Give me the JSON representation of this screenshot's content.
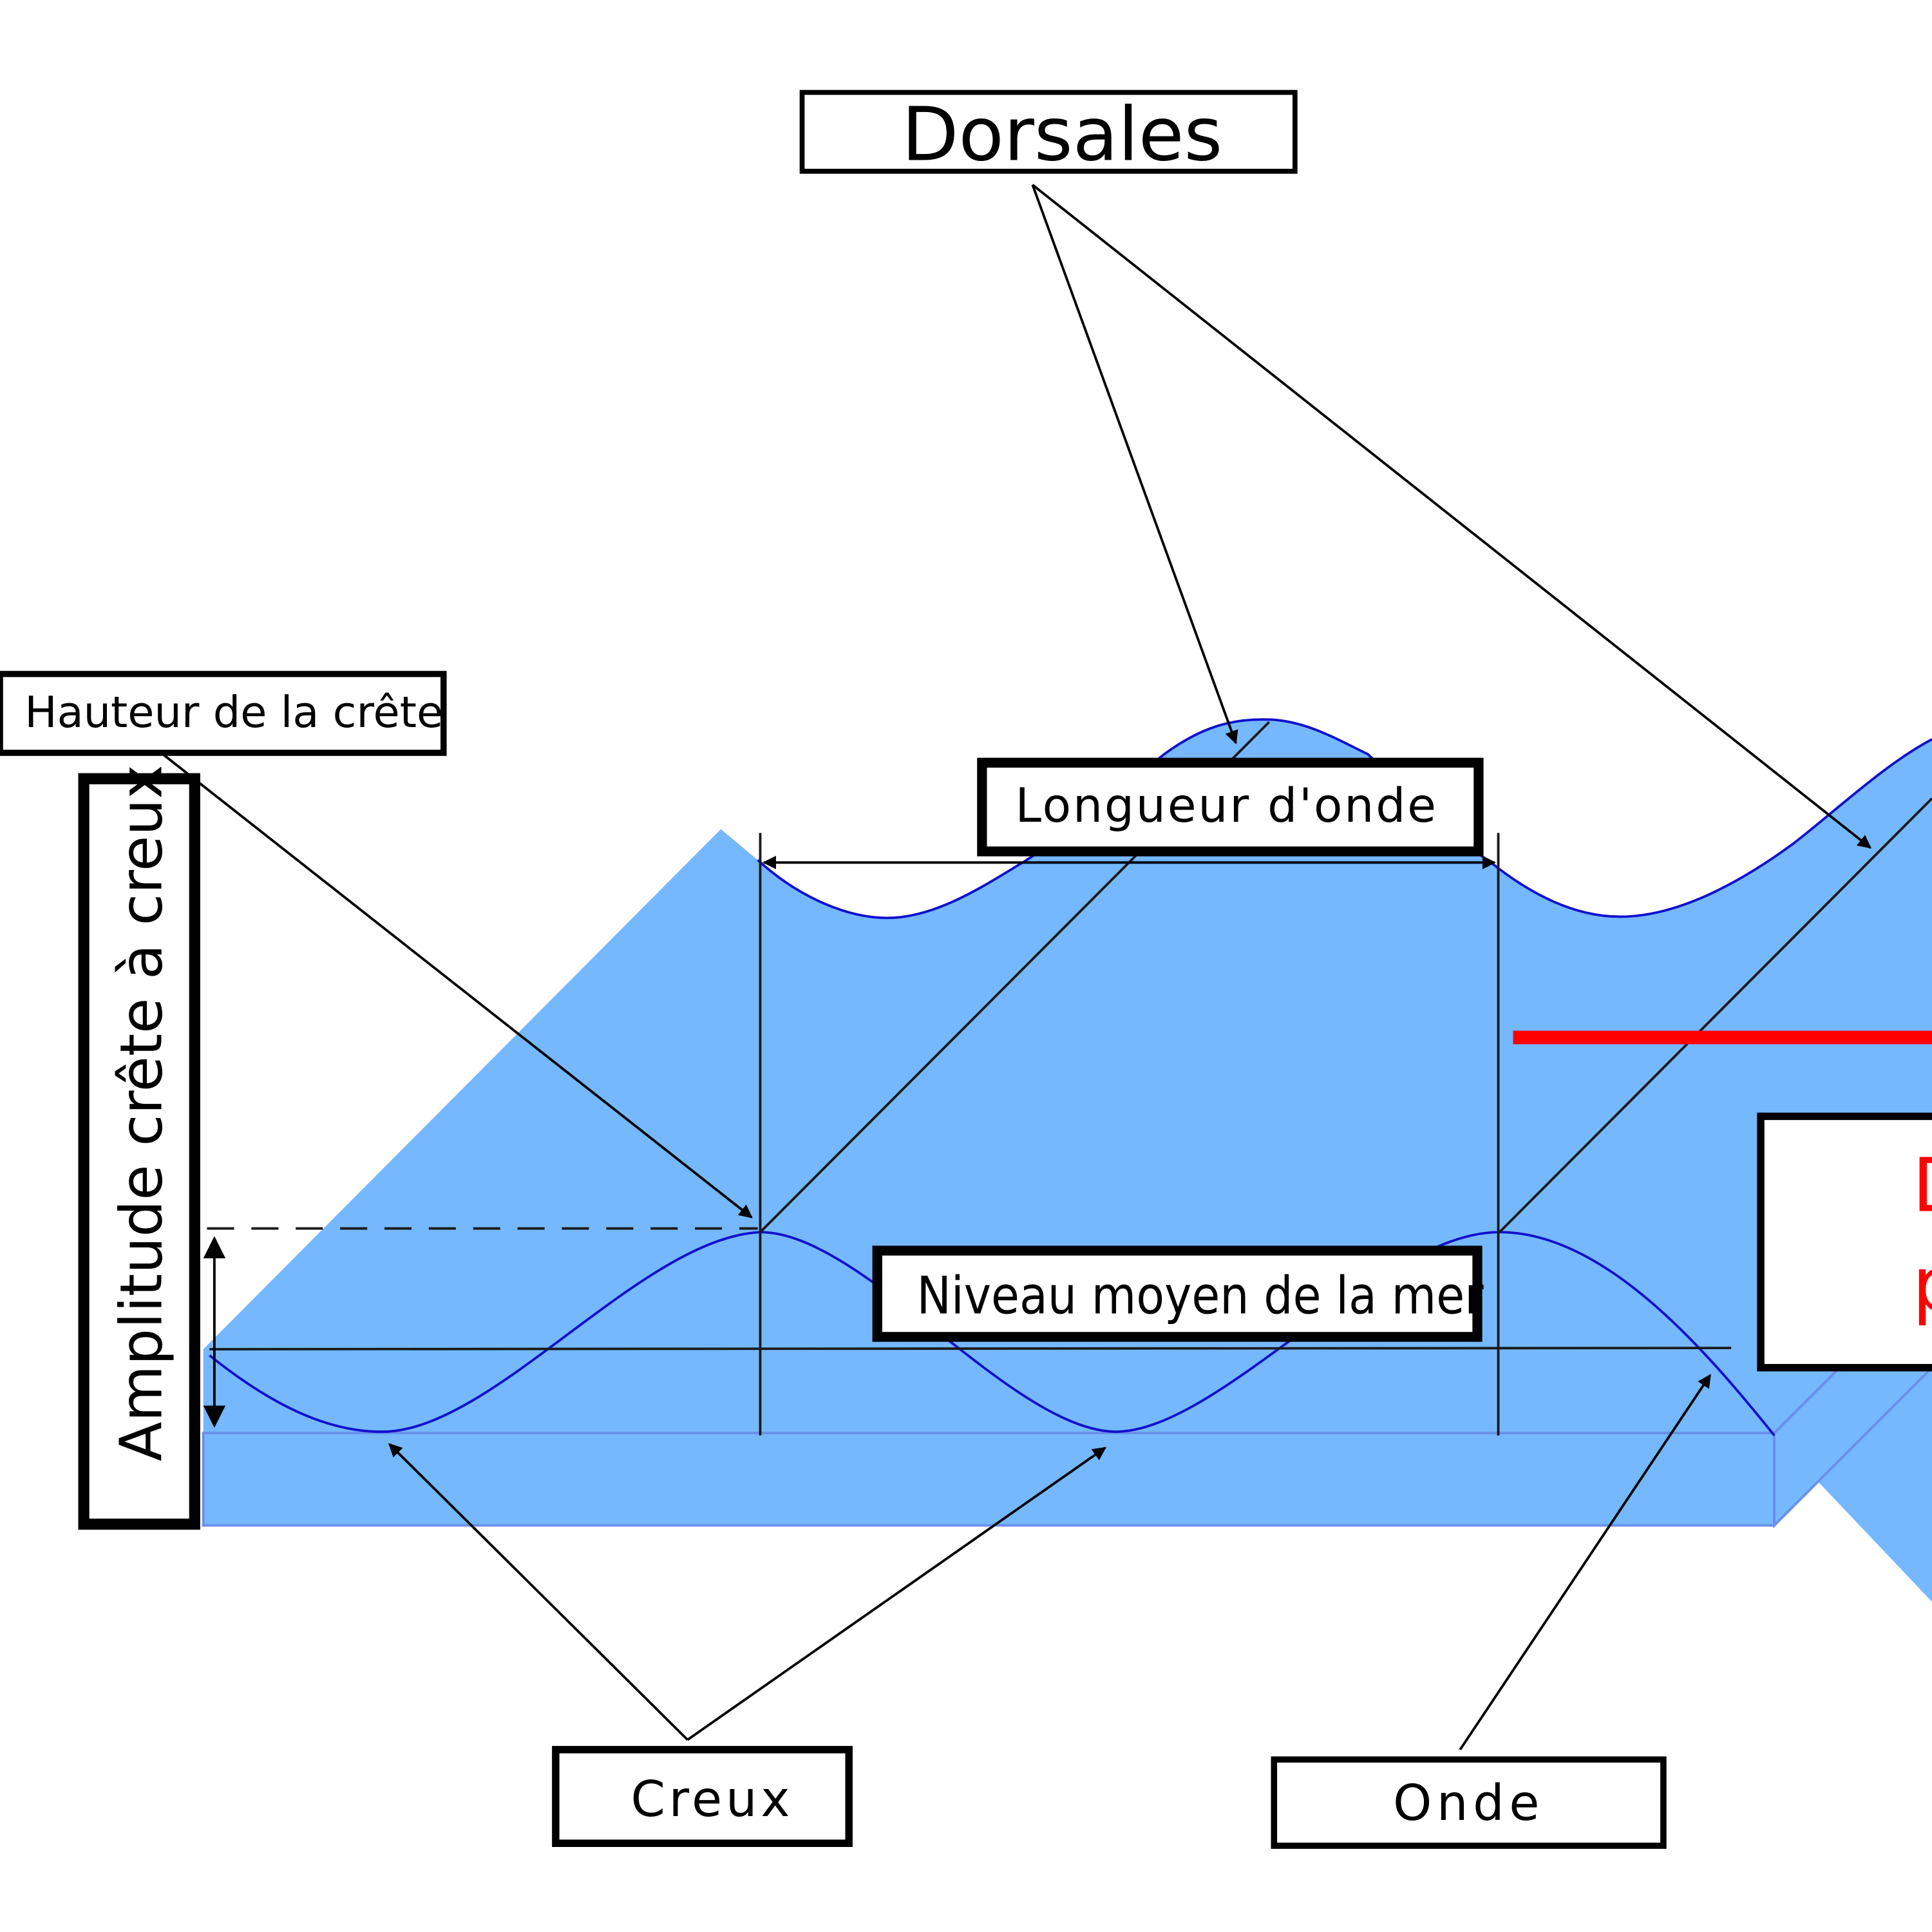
{
  "labels": {
    "dorsales": "Dorsales",
    "hauteur_crete": "Hauteur de la crête",
    "amplitude": "Amplitude crête à creux",
    "longueur_onde": "Longueur d'onde",
    "niveau_moyen": "Niveau moyen de la mer",
    "creux": "Creux",
    "onde": "Onde",
    "cut_text_line1": "D",
    "cut_text_line2": "p"
  },
  "colors": {
    "water": "#75b8fd",
    "water_edge": "#6b8ee8",
    "wave_line": "#1111cc",
    "annotation": "#000000",
    "highlight": "#ff0000"
  }
}
